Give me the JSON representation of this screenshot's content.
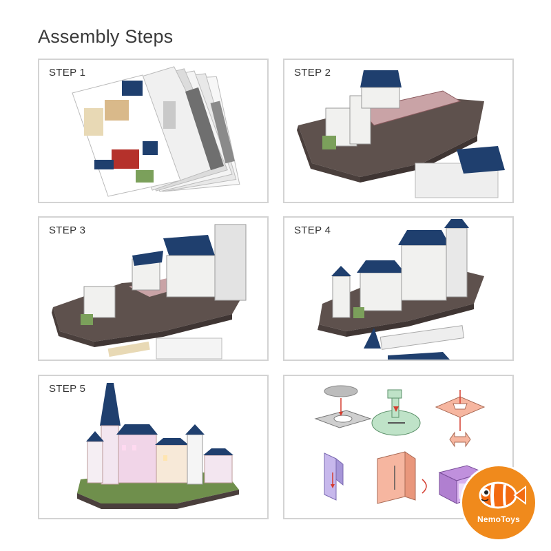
{
  "header": {
    "title": "Assembly Steps"
  },
  "steps": [
    {
      "label": "STEP 1"
    },
    {
      "label": "STEP 2"
    },
    {
      "label": "STEP 3"
    },
    {
      "label": "STEP 4"
    },
    {
      "label": "STEP 5"
    }
  ],
  "brand": {
    "name": "NemoToys"
  },
  "colors": {
    "roof_blue": "#1f3f6e",
    "wall_white": "#f1f1ef",
    "rock_brown": "#5e514d",
    "deck_pink": "#c9a3a6",
    "logo_orange": "#f08a1c",
    "panel_border": "#d3d3d3"
  }
}
